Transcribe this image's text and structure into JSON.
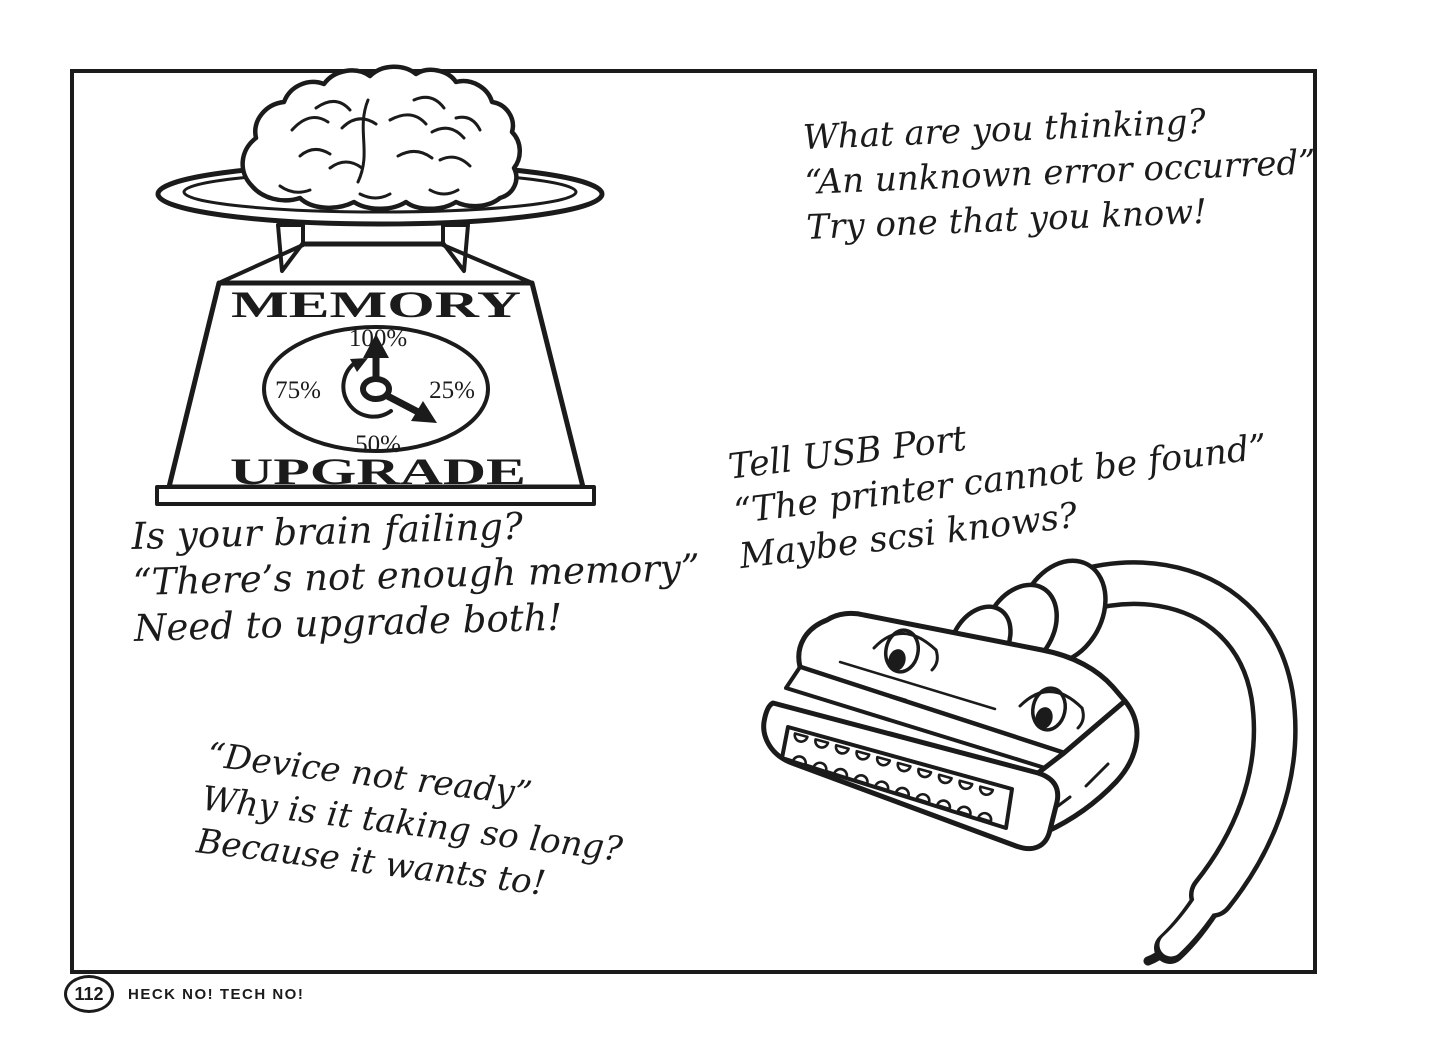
{
  "footer": {
    "page_number": "112",
    "book_title": "HECK NO! TECH NO!"
  },
  "scale": {
    "label_top": "MEMORY",
    "label_bottom": "UPGRADE",
    "gauge": {
      "p100": "100%",
      "p75": "75%",
      "p25": "25%",
      "p50": "50%"
    }
  },
  "jokes": {
    "thinking": {
      "line1": "What are you thinking?",
      "line2": "“An unknown error occurred”",
      "line3": "Try one that you know!"
    },
    "brain": {
      "line1": "Is your brain failing?",
      "line2": "“There’s not enough memory”",
      "line3": "Need to upgrade both!"
    },
    "usb": {
      "line1": "Tell USB Port",
      "line2": "“The printer cannot be found”",
      "line3": "Maybe scsi knows?"
    },
    "device": {
      "line1": "“Device not ready”",
      "line2": "Why is it taking so long?",
      "line3": "Because it wants to!"
    }
  },
  "colors": {
    "ink": "#1b1b1b",
    "paper": "#ffffff"
  }
}
